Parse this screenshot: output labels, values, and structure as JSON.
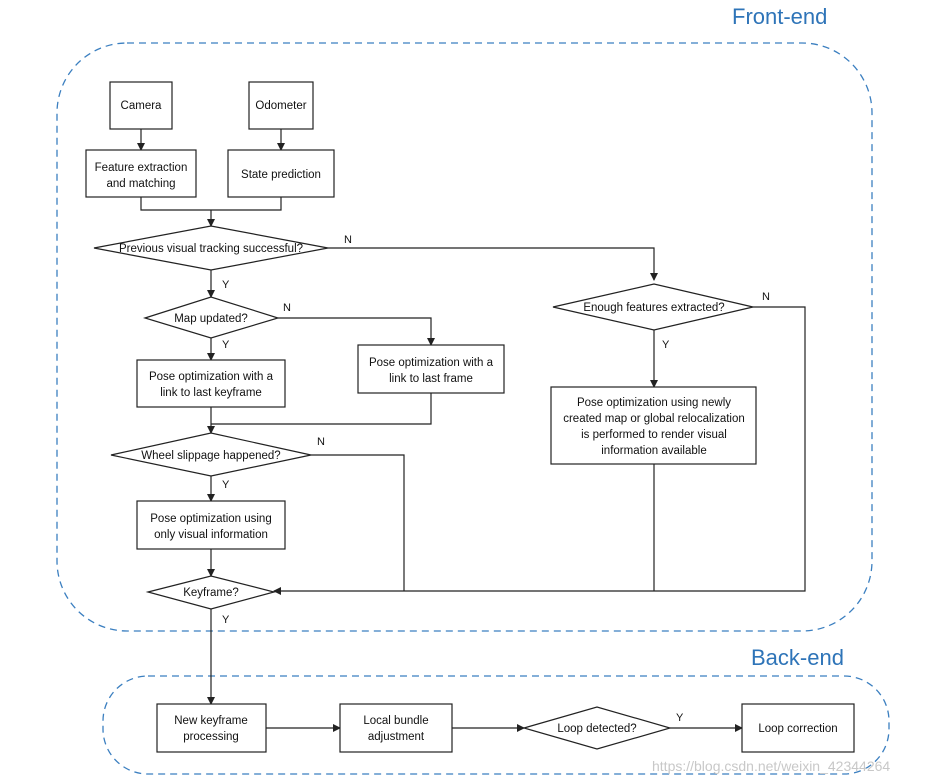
{
  "regions": {
    "front_end": "Front-end",
    "back_end": "Back-end"
  },
  "nodes": {
    "camera": [
      "Camera"
    ],
    "odometer": [
      "Odometer"
    ],
    "feature_extraction": [
      "Feature extraction",
      "and matching"
    ],
    "state_prediction": [
      "State prediction"
    ],
    "prev_tracking": [
      "Previous visual tracking successful?"
    ],
    "map_updated": [
      "Map updated?"
    ],
    "pose_last_keyframe": [
      "Pose optimization with a",
      "link to last keyframe"
    ],
    "pose_last_frame": [
      "Pose optimization with a",
      "link to last frame"
    ],
    "wheel_slippage": [
      "Wheel slippage happened?"
    ],
    "pose_visual_only": [
      "Pose optimization using",
      "only visual information"
    ],
    "keyframe": [
      "Keyframe?"
    ],
    "enough_features": [
      "Enough features extracted?"
    ],
    "pose_new_map": [
      "Pose optimization using newly",
      "created map or global relocalization",
      "is performed to render visual",
      "information available"
    ],
    "new_keyframe": [
      "New keyframe",
      "processing"
    ],
    "local_ba": [
      "Local bundle",
      "adjustment"
    ],
    "loop_detected": [
      "Loop detected?"
    ],
    "loop_correction": [
      "Loop correction"
    ]
  },
  "edge_labels": {
    "yes": "Y",
    "no": "N"
  },
  "watermark": "https://blog.csdn.net/weixin_42344264"
}
